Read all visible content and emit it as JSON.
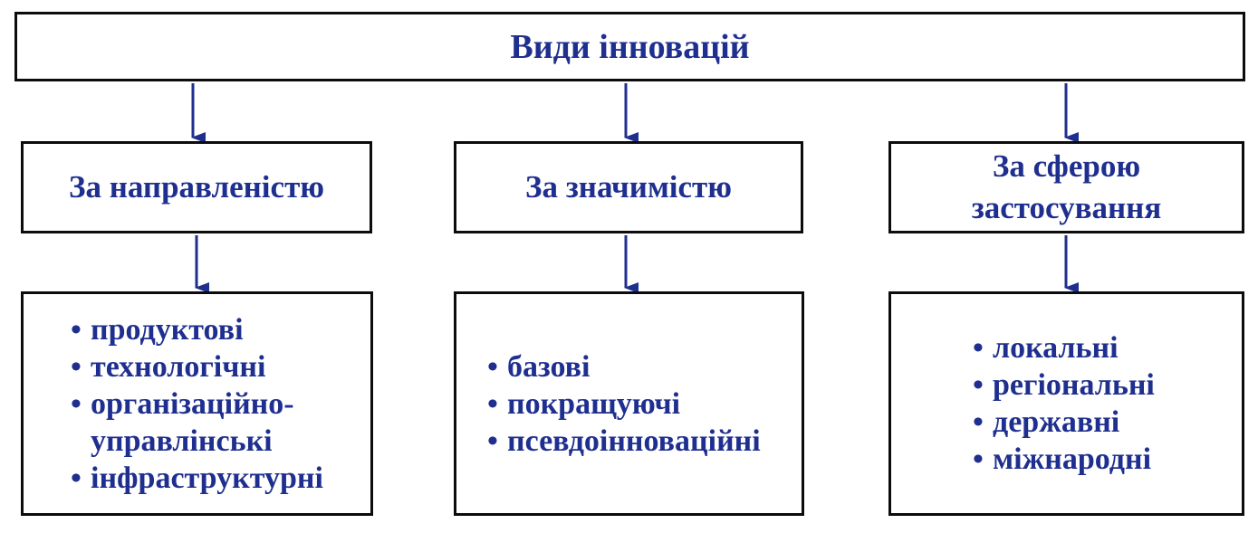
{
  "colors": {
    "text": "#1f2f8f",
    "border": "#0c0c0c",
    "arrow": "#1f2f8f"
  },
  "root": {
    "label": "Види інновацій"
  },
  "categories": [
    {
      "label": "За направленістю",
      "items": [
        "продуктові",
        "технологічні",
        "організаційно-\nуправлінські",
        "інфраструктурні"
      ]
    },
    {
      "label": "За значимістю",
      "items": [
        "базові",
        "покращуючі",
        "псевдоінноваційні"
      ]
    },
    {
      "label": "За сферою\nзастосування",
      "items": [
        "локальні",
        "регіональні",
        "державні",
        "міжнародні"
      ]
    }
  ]
}
